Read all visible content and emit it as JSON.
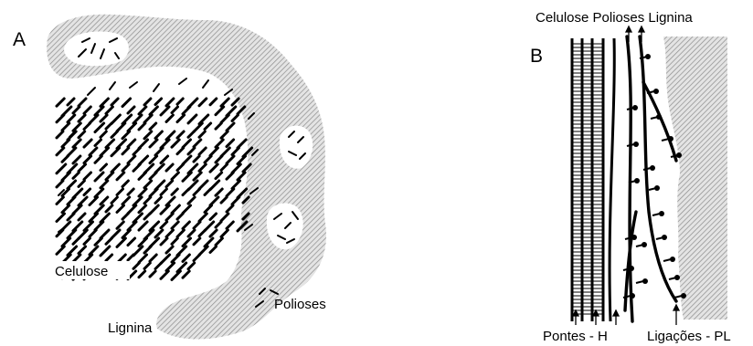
{
  "panel_a": {
    "letter": "A",
    "labels": {
      "cellulose": "Celulose",
      "polyoses": "Polioses",
      "lignin": "Lignina"
    }
  },
  "panel_b": {
    "letter": "B",
    "header": "Celulose Polioses Lignina",
    "labels": {
      "bridges": "Pontes - H",
      "links": "Ligações - PL"
    }
  },
  "colors": {
    "ink": "#000000",
    "hatch": "#9a9a9a",
    "background": "#ffffff"
  }
}
